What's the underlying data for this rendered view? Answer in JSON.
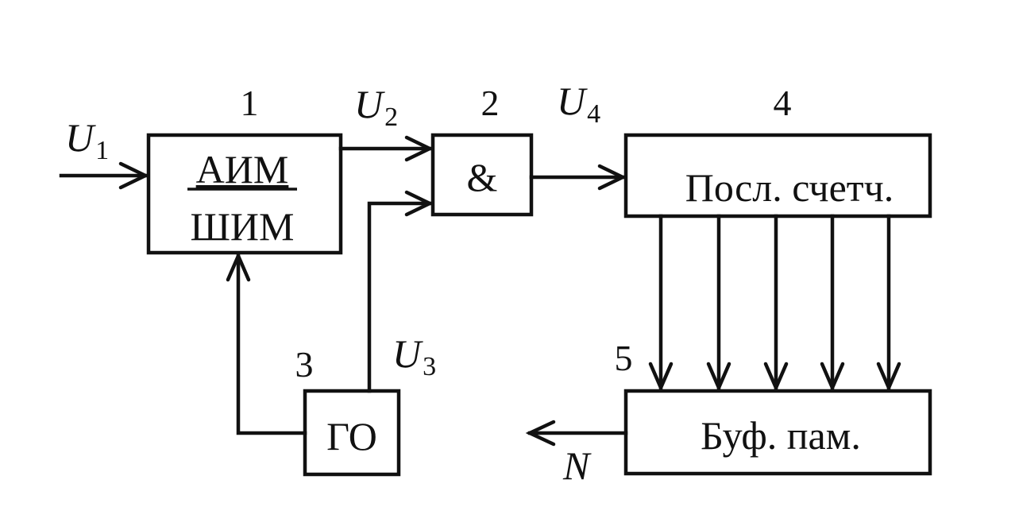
{
  "blocks": {
    "b1": {
      "number": "1",
      "text_top": "АИМ",
      "text_bottom": "ШИМ"
    },
    "b2": {
      "number": "2",
      "text": "&"
    },
    "b3": {
      "number": "3",
      "text": "ГО"
    },
    "b4": {
      "number": "4",
      "text": "Посл. счетч."
    },
    "b5": {
      "number": "5",
      "text": "Буф. пам."
    }
  },
  "signals": {
    "u1": {
      "letter": "U",
      "sub": "1"
    },
    "u2": {
      "letter": "U",
      "sub": "2"
    },
    "u3": {
      "letter": "U",
      "sub": "3"
    },
    "u4": {
      "letter": "U",
      "sub": "4"
    },
    "n": {
      "letter": "N"
    }
  }
}
